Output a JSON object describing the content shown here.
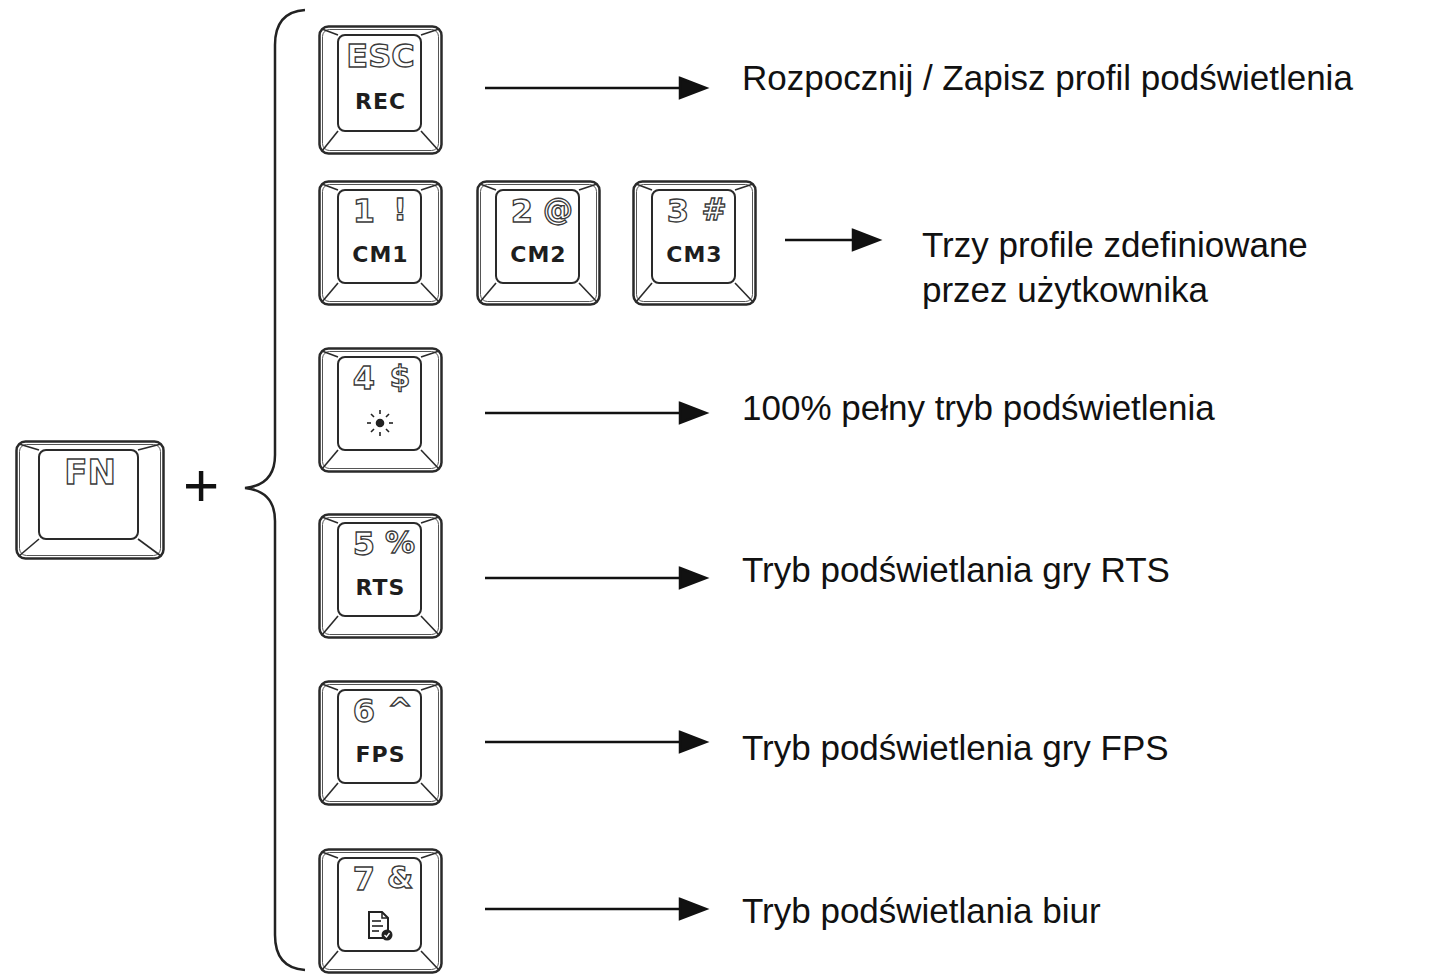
{
  "diagram": {
    "nodes": [
      {
        "text": [
          "FN"
        ]
      },
      {
        "text": [
          "ESC",
          "REC"
        ]
      },
      {
        "text": [
          "1",
          "!",
          "CM1"
        ]
      },
      {
        "text": [
          "2",
          "@",
          "CM2"
        ]
      },
      {
        "text": [
          "3",
          "#",
          "CM3"
        ]
      },
      {
        "text": [
          "4",
          "$"
        ]
      },
      {
        "text": [
          "5",
          "%",
          "RTS"
        ]
      },
      {
        "text": [
          "6",
          "^",
          "FPS"
        ]
      },
      {
        "text": [
          "7",
          "&"
        ]
      }
    ],
    "labels": [
      "+",
      "Rozpocznij / Zapisz profil podświetlenia",
      "Trzy profile zdefiniowane przez użytkownika",
      "100% pełny tryb podświetlenia",
      "Tryb podświetlania gry RTS",
      "Tryb podświetlenia gry FPS",
      "Tryb podświetlania biur"
    ]
  }
}
